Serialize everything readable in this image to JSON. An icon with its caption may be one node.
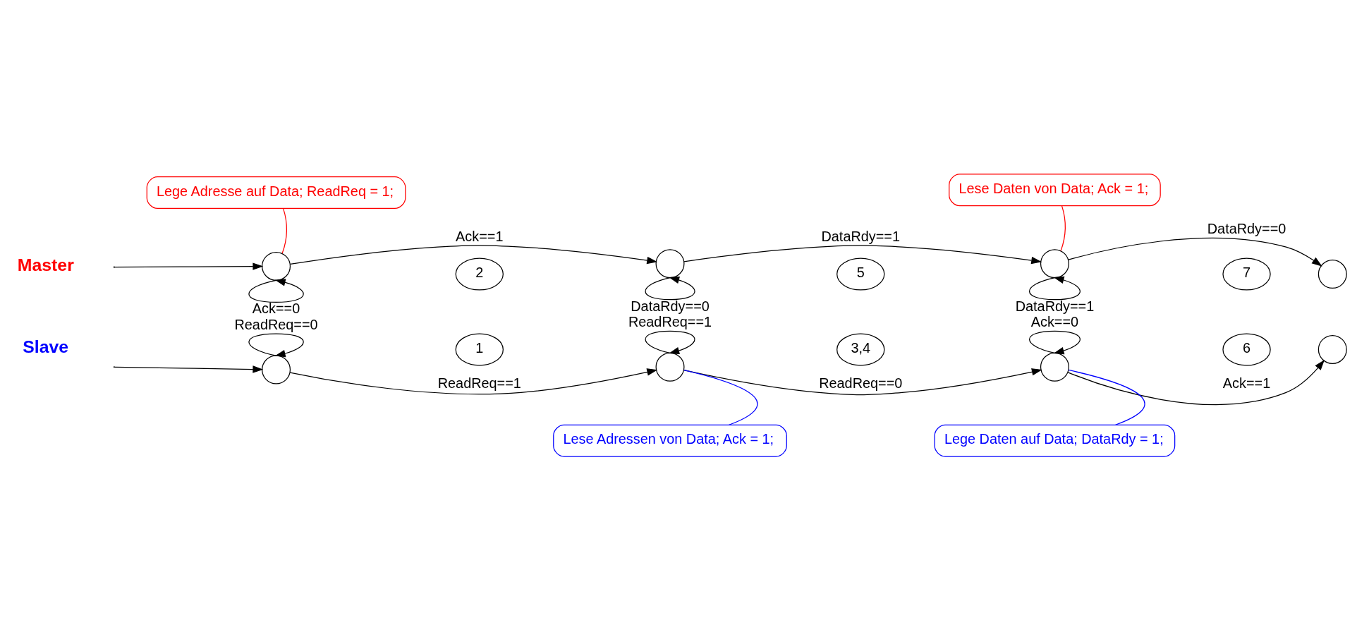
{
  "diagram": {
    "nodes": [
      {
        "text": [
          "Lege Adresse auf Data; ReadReq = 1;"
        ]
      },
      {
        "text": [
          "Lese Daten von Data; Ack = 1;"
        ]
      },
      {
        "text": [],
        "shape": "circle"
      },
      {
        "text": [],
        "shape": "circle"
      },
      {
        "text": [],
        "shape": "circle"
      },
      {
        "text": [],
        "shape": "circle"
      },
      {
        "text": [
          "2"
        ]
      },
      {
        "text": [
          "5"
        ]
      },
      {
        "text": [
          "7"
        ]
      },
      {
        "text": [
          "1"
        ]
      },
      {
        "text": [
          "3,4"
        ]
      },
      {
        "text": [
          "6"
        ]
      },
      {
        "text": [],
        "shape": "circle"
      },
      {
        "text": [],
        "shape": "circle"
      },
      {
        "text": [],
        "shape": "circle"
      },
      {
        "text": [],
        "shape": "circle"
      },
      {
        "text": [
          "Lese Adressen von Data; Ack = 1;"
        ]
      },
      {
        "text": [
          "Lege Daten auf Data; DataRdy = 1;"
        ]
      }
    ],
    "edges": [
      {
        "from": null,
        "to": 2,
        "arrow": "to"
      },
      {
        "from": 2,
        "to": 2,
        "label": "Ack==0",
        "arrow": "to"
      },
      {
        "from": 2,
        "to": 3,
        "label": "Ack==1",
        "arrow": "to"
      },
      {
        "from": 3,
        "to": 3,
        "label": "DataRdy==0",
        "arrow": "to"
      },
      {
        "from": 3,
        "to": 4,
        "label": "DataRdy==1",
        "arrow": "to"
      },
      {
        "from": 4,
        "to": 4,
        "label": "DataRdy==1",
        "arrow": "to"
      },
      {
        "from": 4,
        "to": 5,
        "label": "DataRdy==0",
        "arrow": "to"
      },
      {
        "from": null,
        "to": 12,
        "arrow": "to"
      },
      {
        "from": 12,
        "to": 12,
        "label": "ReadReq==0",
        "arrow": "to"
      },
      {
        "from": 12,
        "to": 13,
        "label": "ReadReq==1",
        "arrow": "to"
      },
      {
        "from": 13,
        "to": 13,
        "label": "ReadReq==1",
        "arrow": "to"
      },
      {
        "from": 13,
        "to": 14,
        "label": "ReadReq==0",
        "arrow": "to"
      },
      {
        "from": 14,
        "to": 14,
        "label": "Ack==0",
        "arrow": "to"
      },
      {
        "from": 14,
        "to": 15,
        "label": "Ack==1",
        "arrow": "to"
      },
      {
        "from": 0,
        "to": 2,
        "arrow": "none",
        "color": "#ff0000"
      },
      {
        "from": 1,
        "to": 4,
        "arrow": "none",
        "color": "#ff0000"
      },
      {
        "from": 16,
        "to": 13,
        "arrow": "none",
        "color": "#0000ff"
      },
      {
        "from": 17,
        "to": 14,
        "arrow": "none",
        "color": "#0000ff"
      }
    ],
    "labels": [
      "Master",
      "Slave"
    ]
  }
}
